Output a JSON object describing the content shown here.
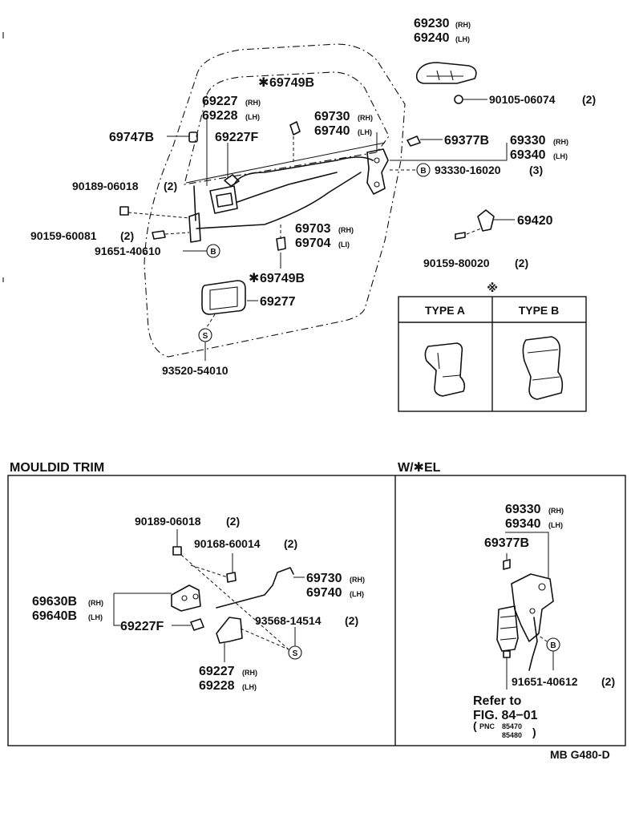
{
  "labels": {
    "top": {
      "p69230": "69230",
      "p69240": "69240",
      "rh": "(RH)",
      "lh": "(LH)",
      "p90105": "90105-06074",
      "q2a": "(2)",
      "star69749b_top": "69749B",
      "p69227": "69227",
      "p69228": "69228",
      "p69747b": "69747B",
      "p69227f": "69227F",
      "p69730": "69730",
      "p69740": "69740",
      "p69377b": "69377B",
      "p69330": "69330",
      "p69340": "69340",
      "p93330": "93330-16020",
      "q3": "(3)",
      "p90189": "90189-06018",
      "q2b": "(2)",
      "p90159a": "90159-60081",
      "q2c": "(2)",
      "p91651a": "91651-40610",
      "p69703": "69703",
      "p69704": "69704",
      "li": "(LI)",
      "p69420": "69420",
      "p90159b": "90159-80020",
      "q2d": "(2)",
      "star69749b_bot": "69749B",
      "p69277": "69277",
      "p93520": "93520-54010",
      "circB": "B",
      "circS": "S"
    },
    "type_box": {
      "mark": "※",
      "type_a": "TYPE A",
      "type_b": "TYPE B"
    },
    "mould": {
      "heading": "MOULDID TRIM",
      "p90189": "90189-06018",
      "q2a": "(2)",
      "p90168": "90168-60014",
      "q2b": "(2)",
      "p69730": "69730",
      "p69740": "69740",
      "p69630b": "69630B",
      "p69640b": "69640B",
      "p69227f": "69227F",
      "p93568": "93568-14514",
      "q2c": "(2)",
      "p69227": "69227",
      "p69228": "69228",
      "rh": "(RH)",
      "lh": "(LH)",
      "circS": "S"
    },
    "wel": {
      "heading": "W/✱EL",
      "p69330": "69330",
      "p69340": "69340",
      "p69377b": "69377B",
      "p91651": "91651-40612",
      "q2": "(2)",
      "refer1": "Refer to",
      "refer2": "FIG. 84−01",
      "pnc": "PNC",
      "pnc1": "85470",
      "pnc2": "85480",
      "rh": "(RH)",
      "lh": "(LH)",
      "circB": "B"
    },
    "code": "MB G480-D"
  }
}
